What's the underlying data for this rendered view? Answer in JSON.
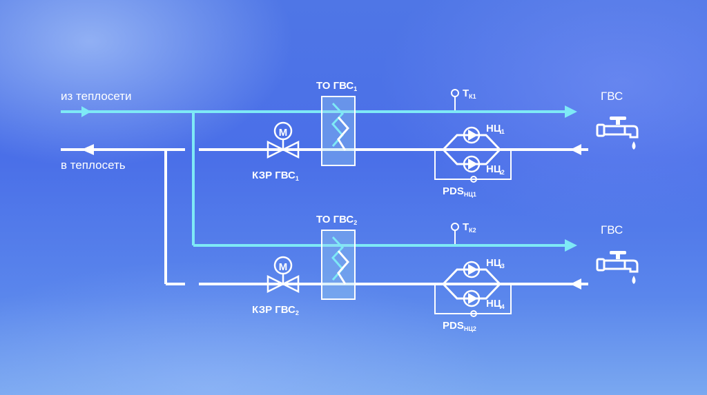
{
  "labels": {
    "supply_in": "из теплосети",
    "return_out": "в теплосеть",
    "hex1_main": "ТО ГВС",
    "hex1_sub": "1",
    "hex2_main": "ТО ГВС",
    "hex2_sub": "2",
    "valve1_main": "КЗР ГВС",
    "valve1_sub": "1",
    "valve2_main": "КЗР ГВС",
    "valve2_sub": "2",
    "motor_symbol": "M",
    "temp1_main": "T",
    "temp1_sub": "К1",
    "temp2_main": "T",
    "temp2_sub": "К2",
    "gvs_out_1": "ГВС",
    "gvs_out_2": "ГВС",
    "pump1_main": "НЦ",
    "pump1_sub": "1",
    "pump2_main": "НЦ",
    "pump2_sub": "2",
    "pump3_main": "НЦ",
    "pump3_sub": "3",
    "pump4_main": "НЦ",
    "pump4_sub": "4",
    "pds1_main": "PDS",
    "pds1_sub": "НЦ1",
    "pds2_main": "PDS",
    "pds2_sub": "НЦ2"
  },
  "colors": {
    "hot_line": "#7ee9f6",
    "cold_line": "#ffffff",
    "background": "#4f76e6",
    "hex_fill": "#9fd8f0"
  },
  "icons": [
    "motor-icon",
    "valve-icon",
    "pump-icon",
    "faucet-icon",
    "temperature-sensor-icon",
    "heat-exchanger-icon"
  ]
}
